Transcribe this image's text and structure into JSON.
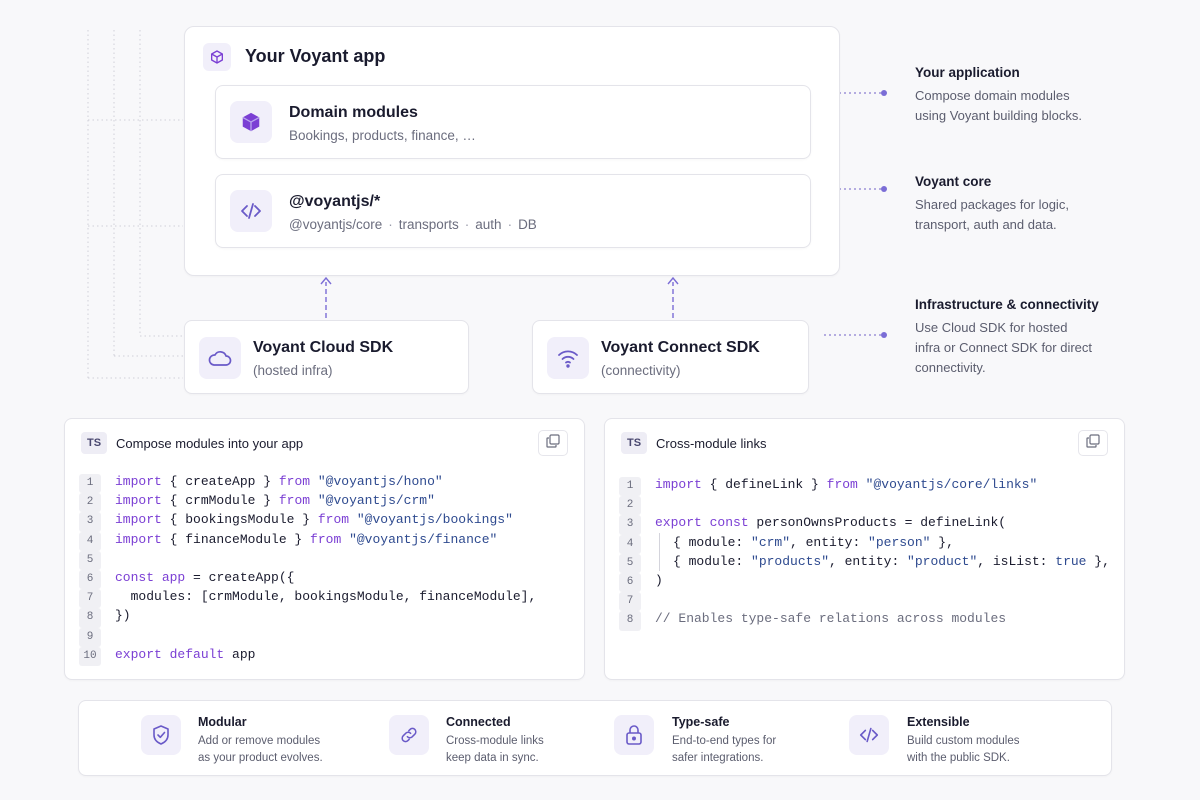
{
  "app": {
    "title": "Your Voyant app"
  },
  "domain_modules": {
    "title": "Domain modules",
    "subtitle": "Bookings, products, finance, …"
  },
  "packages": {
    "title": "@voyantjs/*",
    "items": [
      "@voyantjs/core",
      "transports",
      "auth",
      "DB"
    ]
  },
  "cloud_sdk": {
    "title": "Voyant Cloud SDK",
    "subtitle": "(hosted infra)"
  },
  "connect_sdk": {
    "title": "Voyant Connect SDK",
    "subtitle": "(connectivity)"
  },
  "annotations": [
    {
      "title": "Your application",
      "desc": "Compose domain modules using Voyant building blocks."
    },
    {
      "title": "Voyant core",
      "desc": "Shared packages for logic, transport, auth and data."
    },
    {
      "title": "Infrastructure & connectivity",
      "desc": "Use Cloud SDK for hosted infra or Connect SDK for direct connectivity."
    }
  ],
  "code_compose": {
    "badge": "TS",
    "title": "Compose modules into your app",
    "copy_icon": "copy-icon",
    "line_numbers": [
      "1",
      "2",
      "3",
      "4",
      "5",
      "6",
      "7",
      "8",
      "9",
      "10"
    ],
    "lines": [
      [
        {
          "t": "kw",
          "v": "import"
        },
        {
          "t": "id",
          "v": " { createApp } "
        },
        {
          "t": "kw",
          "v": "from"
        },
        {
          "t": "str",
          "v": " \"@voyantjs/hono\""
        }
      ],
      [
        {
          "t": "kw",
          "v": "import"
        },
        {
          "t": "id",
          "v": " { crmModule } "
        },
        {
          "t": "kw",
          "v": "from"
        },
        {
          "t": "str",
          "v": " \"@voyantjs/crm\""
        }
      ],
      [
        {
          "t": "kw",
          "v": "import"
        },
        {
          "t": "id",
          "v": " { bookingsModule } "
        },
        {
          "t": "kw",
          "v": "from"
        },
        {
          "t": "str",
          "v": " \"@voyantjs/bookings\""
        }
      ],
      [
        {
          "t": "kw",
          "v": "import"
        },
        {
          "t": "id",
          "v": " { financeModule } "
        },
        {
          "t": "kw",
          "v": "from"
        },
        {
          "t": "str",
          "v": " \"@voyantjs/finance\""
        }
      ],
      [],
      [
        {
          "t": "kw",
          "v": "const"
        },
        {
          "t": "kw",
          "v": " app"
        },
        {
          "t": "id",
          "v": " = createApp({"
        }
      ],
      [
        {
          "t": "id",
          "v": "  modules: [crmModule, bookingsModule, financeModule],"
        }
      ],
      [
        {
          "t": "id",
          "v": "})"
        }
      ],
      [],
      [
        {
          "t": "kw",
          "v": "export"
        },
        {
          "t": "kw",
          "v": " default"
        },
        {
          "t": "id",
          "v": " app"
        }
      ]
    ]
  },
  "code_links": {
    "badge": "TS",
    "title": "Cross-module links",
    "copy_icon": "copy-icon",
    "line_numbers": [
      "1",
      "2",
      "3",
      "4",
      "5",
      "6",
      "7",
      "8"
    ],
    "lines": [
      [
        {
          "t": "kw",
          "v": "import"
        },
        {
          "t": "id",
          "v": " { defineLink } "
        },
        {
          "t": "kw",
          "v": "from"
        },
        {
          "t": "str",
          "v": " \"@voyantjs/core/links\""
        }
      ],
      [],
      [
        {
          "t": "kw",
          "v": "export"
        },
        {
          "t": "kw",
          "v": " const"
        },
        {
          "t": "id",
          "v": " personOwnsProducts = defineLink("
        }
      ],
      [
        {
          "t": "guide",
          "v": ""
        },
        {
          "t": "id",
          "v": "{ module: "
        },
        {
          "t": "str",
          "v": "\"crm\""
        },
        {
          "t": "id",
          "v": ", entity: "
        },
        {
          "t": "str",
          "v": "\"person\""
        },
        {
          "t": "id",
          "v": " },"
        }
      ],
      [
        {
          "t": "guide",
          "v": ""
        },
        {
          "t": "id",
          "v": "{ module: "
        },
        {
          "t": "str",
          "v": "\"products\""
        },
        {
          "t": "id",
          "v": ", entity: "
        },
        {
          "t": "str",
          "v": "\"product\""
        },
        {
          "t": "id",
          "v": ", isList: "
        },
        {
          "t": "bool",
          "v": "true"
        },
        {
          "t": "id",
          "v": " },"
        }
      ],
      [
        {
          "t": "id",
          "v": ")"
        }
      ],
      [],
      [
        {
          "t": "cm",
          "v": "// Enables type-safe relations across modules"
        }
      ]
    ]
  },
  "features": [
    {
      "icon": "shield-icon",
      "title": "Modular",
      "desc": "Add or remove modules as your product evolves."
    },
    {
      "icon": "link-icon",
      "title": "Connected",
      "desc": "Cross-module links keep data in sync."
    },
    {
      "icon": "lock-icon",
      "title": "Type-safe",
      "desc": "End-to-end types for safer integrations."
    },
    {
      "icon": "code-icon",
      "title": "Extensible",
      "desc": "Build custom modules with the public SDK."
    }
  ],
  "colors": {
    "accent": "#7b3fd4",
    "accent_soft": "#f1effa",
    "text": "#1a1b2e",
    "muted": "#6b6d7e"
  }
}
